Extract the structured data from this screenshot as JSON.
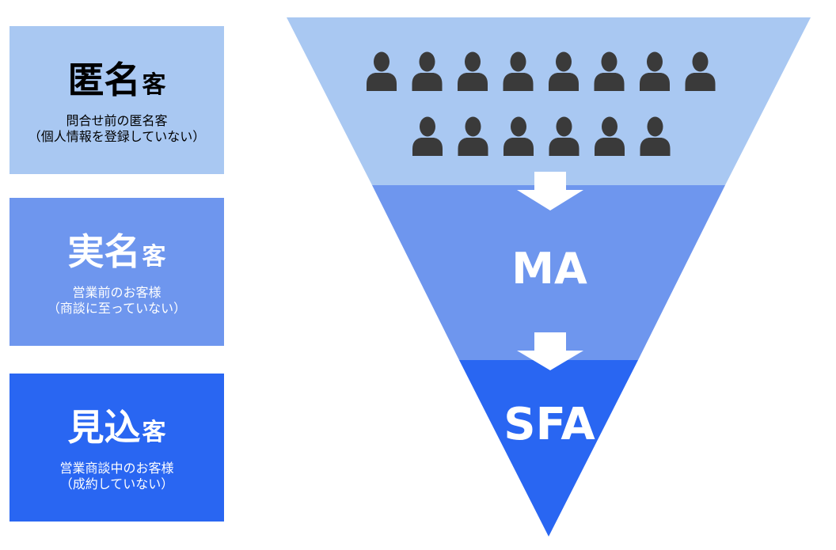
{
  "stages": [
    {
      "title_main": "匿名",
      "title_suffix": "客",
      "desc_line1": "問合せ前の匿名客",
      "desc_line2": "（個人情報を登録していない）"
    },
    {
      "title_main": "実名",
      "title_suffix": "客",
      "desc_line1": "営業前のお客様",
      "desc_line2": "（商談に至っていない）"
    },
    {
      "title_main": "見込",
      "title_suffix": "客",
      "desc_line1": "営業商談中のお客様",
      "desc_line2": "（成約していない）"
    }
  ],
  "funnel": {
    "layer_ma_label": "MA",
    "layer_sfa_label": "SFA",
    "people_row1_count": 8,
    "people_row2_count": 6
  },
  "colors": {
    "stage_1": "#a9c8f2",
    "stage_2": "#6e96ee",
    "stage_3": "#2966f2",
    "person_icon": "#3a3a3a",
    "arrow": "#ffffff"
  }
}
